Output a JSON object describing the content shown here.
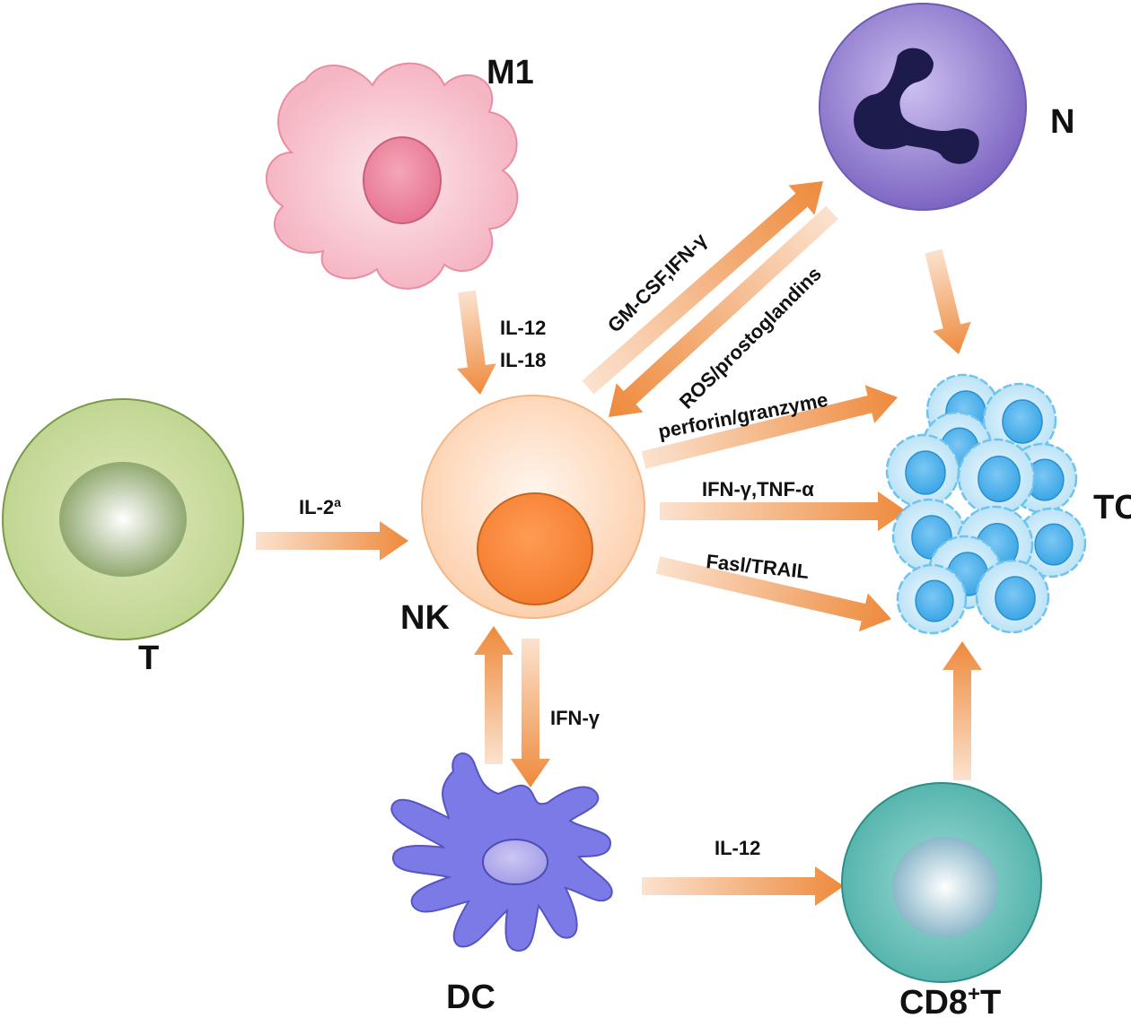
{
  "cells": {
    "m1": "M1",
    "n": "N",
    "nk": "NK",
    "t": "T",
    "tc": "TC",
    "dc": "DC",
    "cd8_base": "CD8",
    "cd8_sup": "+",
    "cd8_suffix": "T"
  },
  "signals": {
    "m1_to_nk_a": "IL-12",
    "m1_to_nk_b": "IL-18",
    "t_to_nk_base": "IL-2",
    "t_to_nk_sup": "a",
    "nk_to_n": "GM-CSF,IFN-γ",
    "n_to_nk": "ROS/prostoglandins",
    "nk_to_tc_1": "perforin/granzyme",
    "nk_to_tc_2": "IFN-γ,TNF-α",
    "nk_to_tc_3": "Fasl/TRAIL",
    "nk_to_dc": "IFN-γ",
    "dc_to_cd8": "IL-12"
  },
  "colors": {
    "arrow": "#ee8a3c",
    "arrow_fade": "#fbe2cf",
    "m1_body": "#f7c3cd",
    "m1_nucleus": "#ef8aa2",
    "neutrophil": "#9079cf",
    "neutrophil_nucleus": "#1d1a4c",
    "nk_body": "#fdd8bb",
    "nk_nucleus": "#fb8a40",
    "t_cell": "#c5d898",
    "t_nucleus": "#8ea86b",
    "tumor_body": "#d8f0fb",
    "tumor_nucleus": "#4db1ec",
    "dc_body": "#7b7ae6",
    "dc_nucleus": "#b0aaee",
    "cd8_body": "#68c4bd",
    "cd8_nucleus": "#a4cbd8"
  }
}
